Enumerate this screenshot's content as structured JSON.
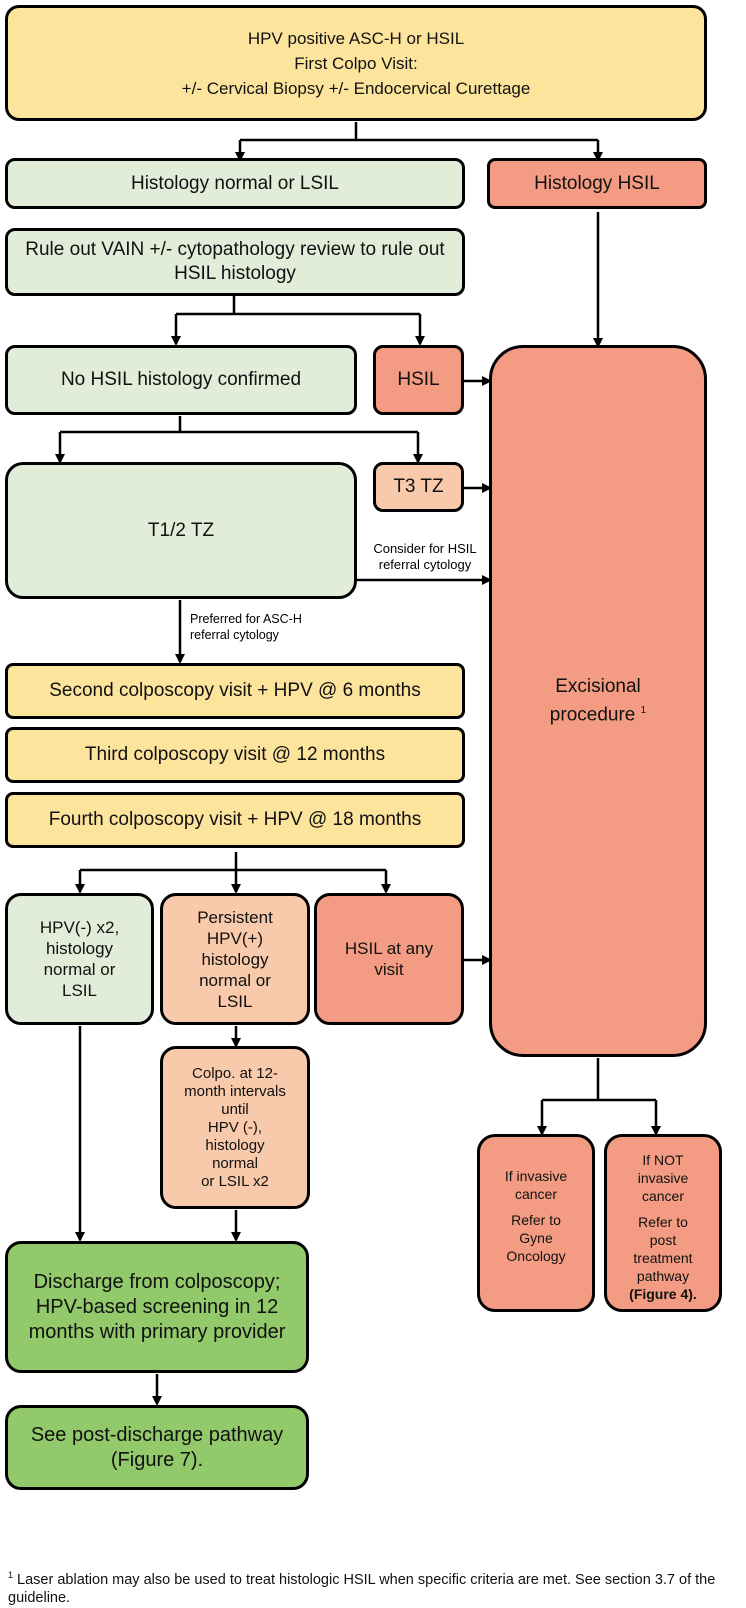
{
  "top": {
    "line1": "HPV positive ASC-H or HSIL",
    "line2": "First Colpo Visit:",
    "line3": "+/- Cervical Biopsy +/- Endocervical Curettage"
  },
  "histology_normal": "Histology normal or LSIL",
  "histology_hsil": "Histology HSIL",
  "rule_out": "Rule out VAIN +/- cytopathology review to rule out HSIL histology",
  "no_hsil": "No HSIL histology confirmed",
  "hsil": "HSIL",
  "t3tz": "T3 TZ",
  "t12tz": "T1/2 TZ",
  "consider_label": {
    "line1": "Consider for HSIL",
    "line2": "referral cytology"
  },
  "preferred_label": {
    "line1": "Preferred for ASC-H",
    "line2": "referral cytology"
  },
  "excisional": {
    "line1": "Excisional",
    "line2": "procedure",
    "sup": "1"
  },
  "second_visit": "Second colposcopy visit + HPV @ 6 months",
  "third_visit": "Third colposcopy visit @ 12 months",
  "fourth_visit": "Fourth colposcopy visit + HPV @ 18 months",
  "hpv_neg": [
    "HPV(-) x2,",
    "histology",
    "normal or",
    "LSIL"
  ],
  "persistent": [
    "Persistent",
    "HPV(+)",
    "histology",
    "normal or",
    "LSIL"
  ],
  "hsil_any": [
    "HSIL at any",
    "visit"
  ],
  "colpo_12": [
    "Colpo. at 12-",
    "month intervals",
    "until",
    "HPV (-),",
    "histology",
    "normal",
    "or LSIL x2"
  ],
  "invasive": {
    "line1": "If invasive",
    "line2": "cancer",
    "line3": "Refer to",
    "line4": "Gyne",
    "line5": "Oncology"
  },
  "not_invasive": {
    "line1": "If NOT",
    "line2": "invasive",
    "line3": "cancer",
    "line4": "Refer to",
    "line5": "post",
    "line6": "treatment",
    "line7": "pathway",
    "line8": "(Figure 4)."
  },
  "discharge": "Discharge from colposcopy; HPV-based screening in 12 months with primary provider",
  "post_discharge": "See post-discharge pathway (Figure 7).",
  "footnote": {
    "sup": "1",
    "text": " Laser ablation may also be used to treat histologic HSIL when specific criteria are met. See section 3.7 of the guideline."
  },
  "colors": {
    "yellow": "#fde49d",
    "light_green": "#e2edd9",
    "salmon": "#f39c83",
    "peach": "#f8c9ab",
    "green": "#92c96a"
  }
}
